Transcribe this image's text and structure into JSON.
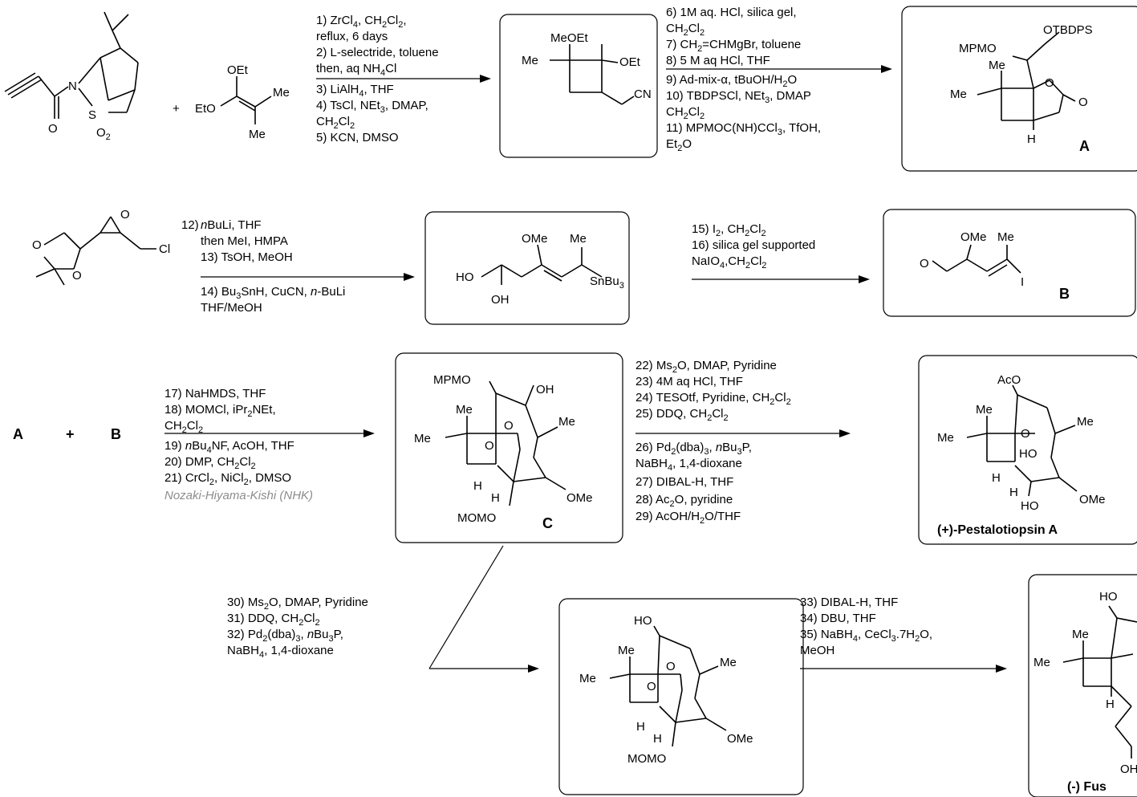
{
  "scheme": {
    "row1": {
      "start_alkyne_n": "N",
      "start_alkyne_s": "S",
      "start_alkyne_o": "O",
      "start_alkyne_o2": "O2",
      "plus1": "+",
      "ketene_oet_top": "OEt",
      "ketene_eto": "EtO",
      "ketene_me1": "Me",
      "ketene_me2": "Me",
      "steps_1": [
        "1) ZrCl4, CH2Cl2,",
        "reflux, 6 days",
        "2) L-selectride, toluene",
        "then, aq NH4Cl",
        "3) LiAlH4, THF",
        "4) TsCl, NEt3, DMAP,",
        "CH2Cl2",
        "5) KCN, DMSO"
      ],
      "int1_meoet": "MeOEt",
      "int1_me": "Me",
      "int1_oet": "OEt",
      "int1_cn": "CN",
      "steps_2": [
        "6) 1M aq. HCl, silica gel,",
        "CH2Cl2",
        "7) CH2=CHMgBr, toluene",
        "8) 5 M aq HCl, THF",
        "9) Ad-mix-α, tBuOH/H2O",
        "10) TBDPSCl, NEt3, DMAP",
        "CH2Cl2",
        "11) MPMOC(NH)CCl3, TfOH,",
        "Et2O"
      ],
      "A_mpmo": "MPMO",
      "A_otbdps": "OTBDPS",
      "A_me1": "Me",
      "A_me2": "Me",
      "A_o": "O",
      "A_o2": "O",
      "A_h": "H",
      "A_label": "A"
    },
    "row2": {
      "epox_o": "O",
      "epox_cl": "Cl",
      "dioxolane_o1": "O",
      "dioxolane_o2": "O",
      "steps_3": [
        "12) nBuLi, THF",
        "then MeI, HMPA",
        "13) TsOH, MeOH",
        "14) Bu3SnH, CuCN, n-BuLi",
        "THF/MeOH"
      ],
      "int2_ome": "OMe",
      "int2_me": "Me",
      "int2_ho": "HO",
      "int2_oh": "OH",
      "int2_snbu3": "SnBu3",
      "steps_4": [
        "15) I2, CH2Cl2",
        "16) silica gel supported",
        "NaIO4,CH2Cl2"
      ],
      "B_ome": "OMe",
      "B_me": "Me",
      "B_o": "O",
      "B_i": "I",
      "B_label": "B"
    },
    "row3": {
      "A": "A",
      "plus": "+",
      "B": "B",
      "steps_5": [
        "17) NaHMDS, THF",
        "18) MOMCl, iPr2NEt,",
        "CH2Cl2",
        "19) nBu4NF, AcOH, THF",
        "20) DMP, CH2Cl2",
        "21) CrCl2, NiCl2, DMSO"
      ],
      "nhk": "Nozaki-Hiyama-Kishi (NHK)",
      "C_mpmo": "MPMO",
      "C_oh": "OH",
      "C_me1": "Me",
      "C_me2": "Me",
      "C_me3": "Me",
      "C_o1": "O",
      "C_o2": "O",
      "C_h1": "H",
      "C_h2": "H",
      "C_ome": "OMe",
      "C_momo": "MOMO",
      "C_label": "C",
      "steps_6": [
        "22) Ms2O, DMAP, Pyridine",
        "23) 4M aq HCl, THF",
        "24) TESOtf, Pyridine, CH2Cl2",
        "25) DDQ, CH2Cl2",
        "26) Pd2(dba)3, nBu3P,",
        "NaBH4, 1,4-dioxane",
        "27) DIBAL-H, THF",
        "28) Ac2O, pyridine",
        "29) AcOH/H2O/THF"
      ],
      "P_aco": "AcO",
      "P_me1": "Me",
      "P_me2": "Me",
      "P_me3": "Me",
      "P_o": "O",
      "P_ho": "HO",
      "P_h1": "H",
      "P_h2": "H",
      "P_ho2": "HO",
      "P_ome": "OMe",
      "P_label": "(+)-Pestalotiopsin A"
    },
    "row4": {
      "steps_7": [
        "30) Ms2O, DMAP, Pyridine",
        "31) DDQ, CH2Cl2",
        "32) Pd2(dba)3, nBu3P,",
        "NaBH4, 1,4-dioxane"
      ],
      "D_ho": "HO",
      "D_me1": "Me",
      "D_me2": "Me",
      "D_me3": "Me",
      "D_o1": "O",
      "D_o2": "O",
      "D_h1": "H",
      "D_h2": "H",
      "D_ome": "OMe",
      "D_momo": "MOMO",
      "steps_8": [
        "33) DIBAL-H, THF",
        "34) DBU, THF",
        "35) NaBH4, CeCl3.7H2O,",
        "MeOH"
      ],
      "F_ho": "HO",
      "F_me1": "Me",
      "F_me2": "Me",
      "F_h": "H",
      "F_oh": "OH",
      "F_label": "(-) Fus"
    }
  }
}
